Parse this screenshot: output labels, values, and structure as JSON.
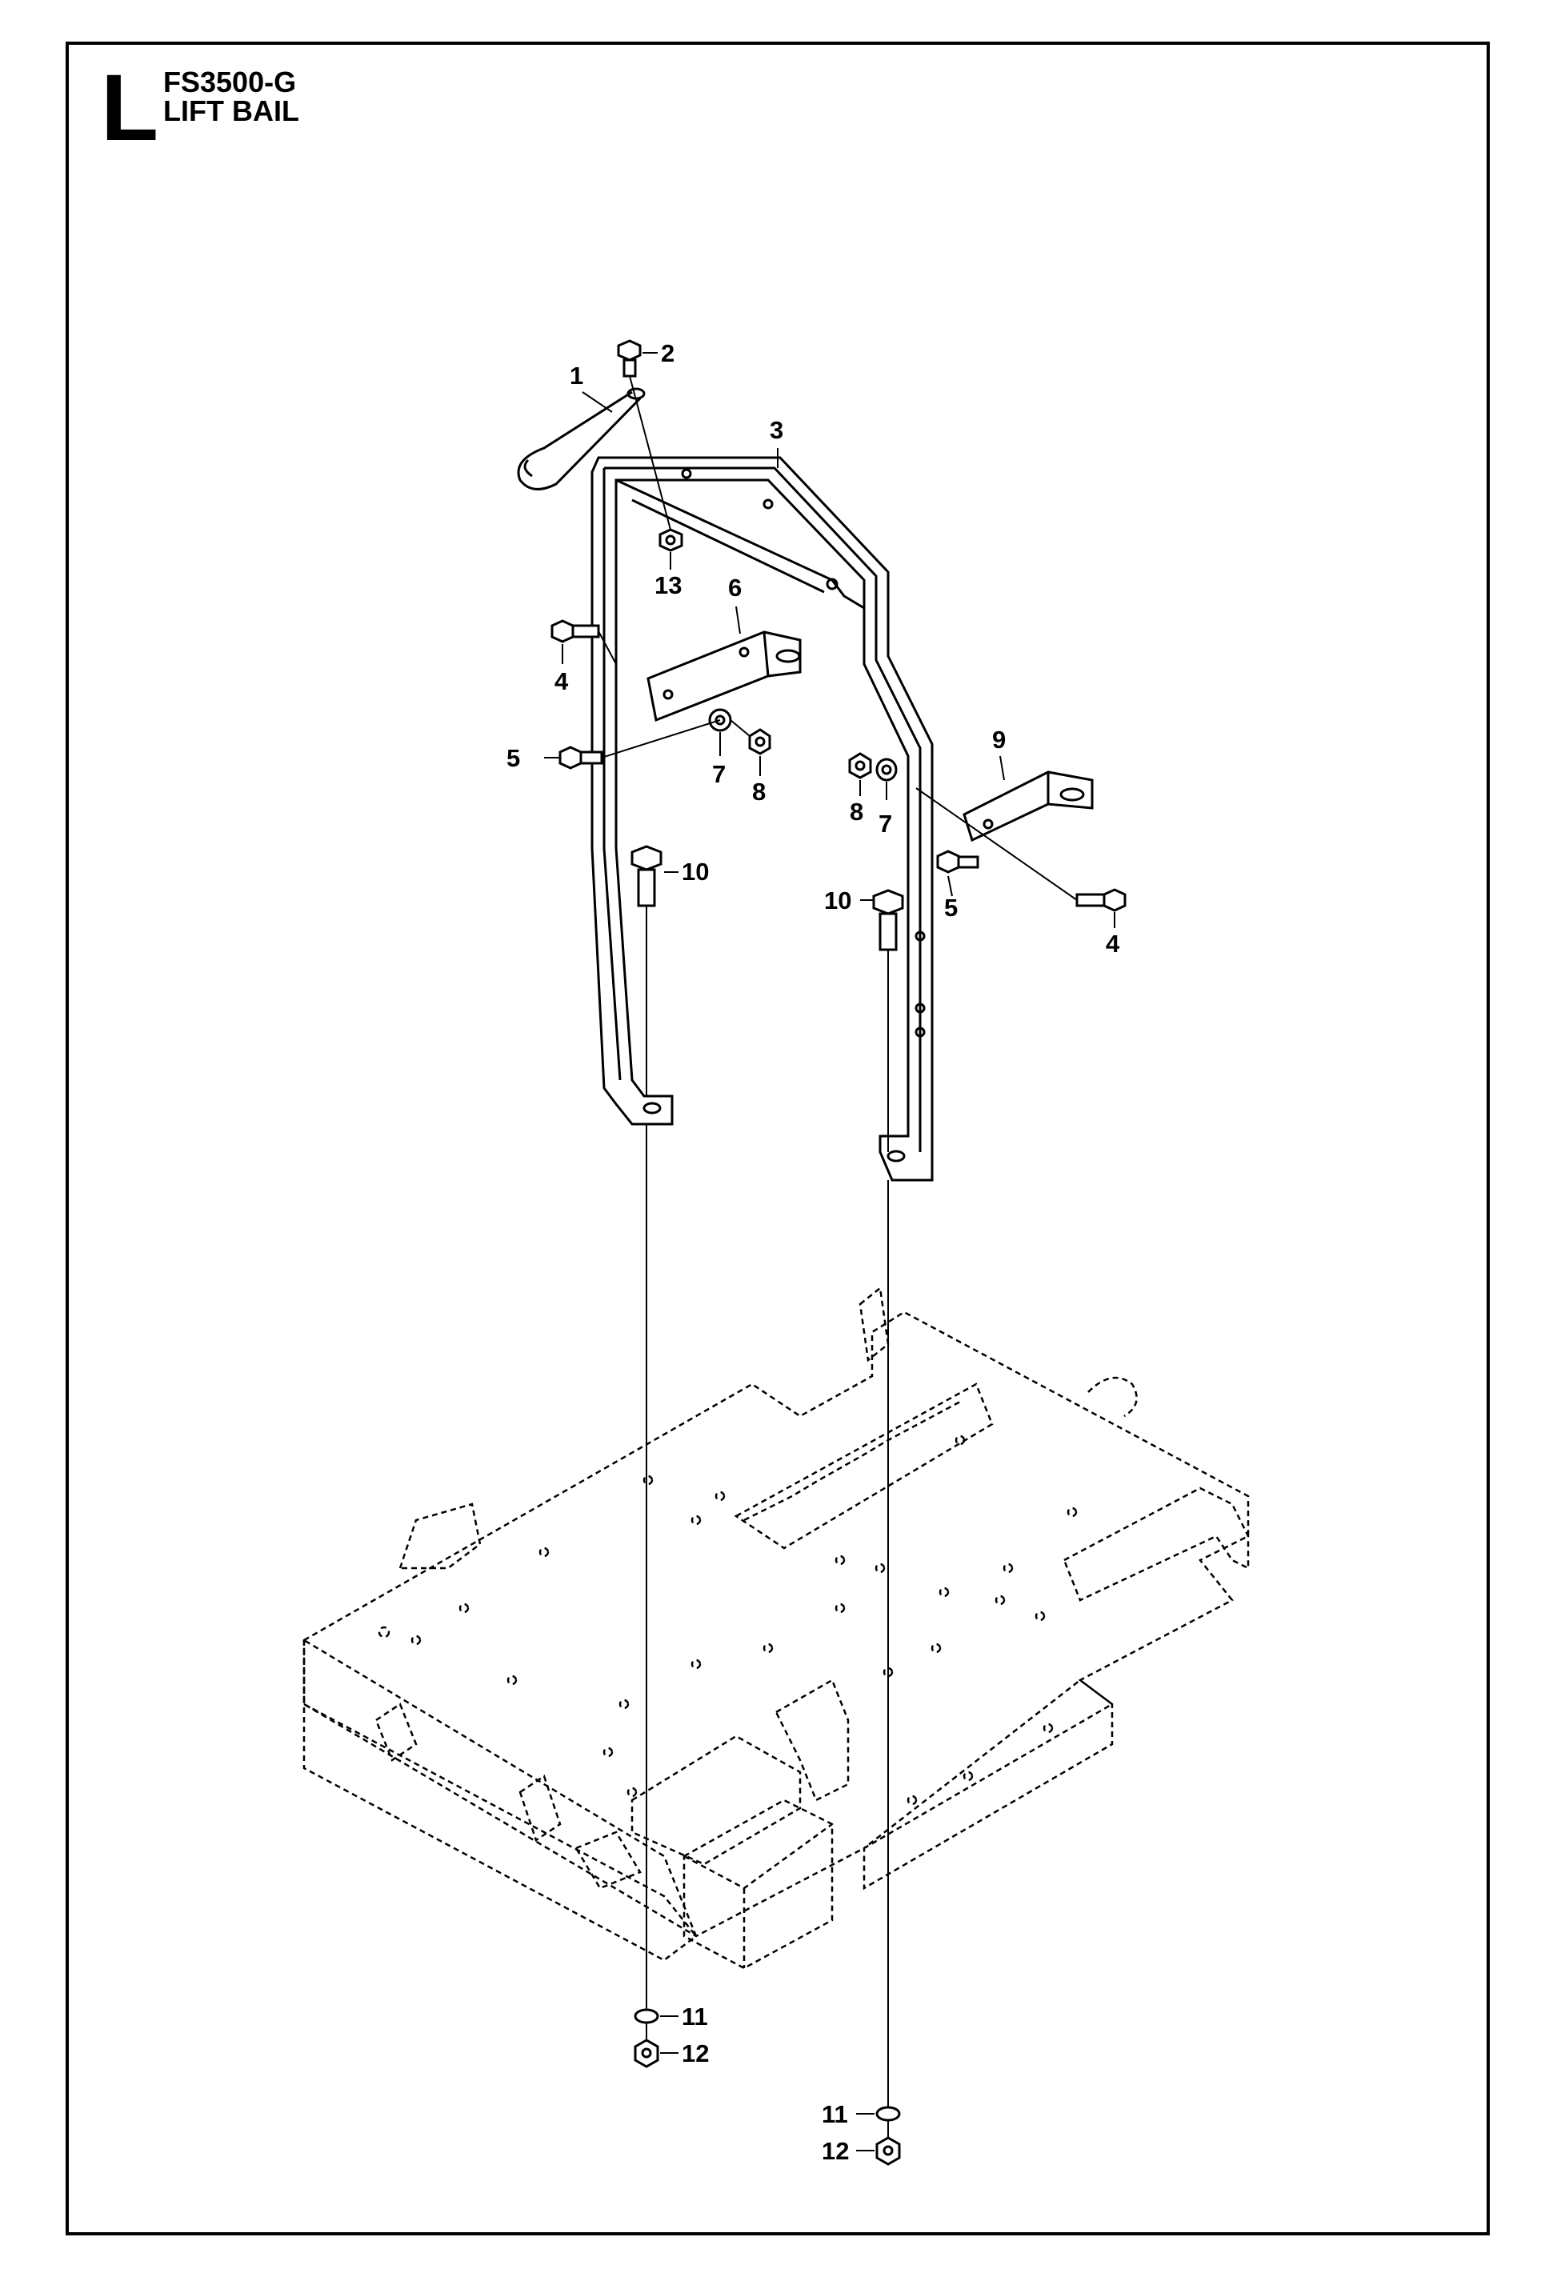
{
  "header": {
    "section_letter": "L",
    "model": "FS3500-G",
    "title": "LIFT BAIL"
  },
  "callouts": [
    {
      "id": "c1",
      "label": "1"
    },
    {
      "id": "c2",
      "label": "2"
    },
    {
      "id": "c3",
      "label": "3"
    },
    {
      "id": "c13",
      "label": "13"
    },
    {
      "id": "c6",
      "label": "6"
    },
    {
      "id": "c4a",
      "label": "4"
    },
    {
      "id": "c5a",
      "label": "5"
    },
    {
      "id": "c7a",
      "label": "7"
    },
    {
      "id": "c8a",
      "label": "8"
    },
    {
      "id": "c8b",
      "label": "8"
    },
    {
      "id": "c7b",
      "label": "7"
    },
    {
      "id": "c9",
      "label": "9"
    },
    {
      "id": "c10a",
      "label": "10"
    },
    {
      "id": "c10b",
      "label": "10"
    },
    {
      "id": "c5b",
      "label": "5"
    },
    {
      "id": "c4b",
      "label": "4"
    },
    {
      "id": "c11a",
      "label": "11"
    },
    {
      "id": "c12a",
      "label": "12"
    },
    {
      "id": "c11b",
      "label": "11"
    },
    {
      "id": "c12b",
      "label": "12"
    }
  ],
  "colors": {
    "ink": "#000000",
    "paper": "#ffffff"
  }
}
